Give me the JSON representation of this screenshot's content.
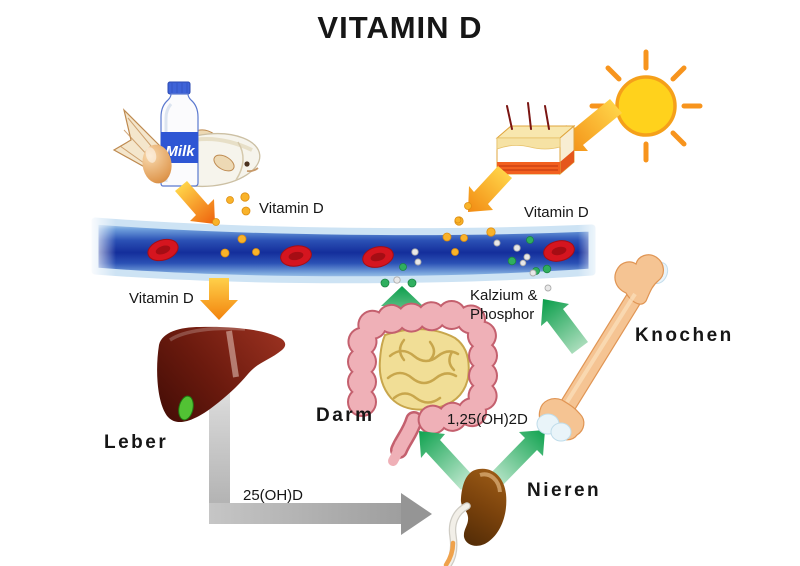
{
  "title": "VITAMIN D",
  "food": {
    "milk_label": "Milk",
    "vitamin_d_label": "Vitamin D"
  },
  "skin": {
    "vitamin_d_label": "Vitamin D"
  },
  "liver": {
    "name": "Leber",
    "vitamin_d_label": "Vitamin D",
    "metabolite": "25(OH)D"
  },
  "intestine": {
    "name": "Darm",
    "absorbed_line1": "Kalzium &",
    "absorbed_line2": "Phosphor"
  },
  "kidney": {
    "name": "Nieren",
    "metabolite": "1,25(OH)2D"
  },
  "bone": {
    "name": "Knochen"
  },
  "colors": {
    "vessel_blue": "#142E9B",
    "blood_cell_red": "#D5151F",
    "vitamin_d_dot": "#F5A623",
    "calcium_dot_green": "#2FAF5F",
    "phosphor_dot_white": "#E8E8E8",
    "arrow_orange": "#F28A12",
    "arrow_green": "#0FA04E",
    "arrow_gray": "#ABABAB",
    "liver_maroon": "#6B1A0E",
    "kidney_brown": "#7A420C",
    "bone_peach": "#F5C493",
    "intestine_pink": "#EFB0B7",
    "intestine_yellow": "#F1DE96",
    "sun_yellow": "#FFD21C"
  }
}
